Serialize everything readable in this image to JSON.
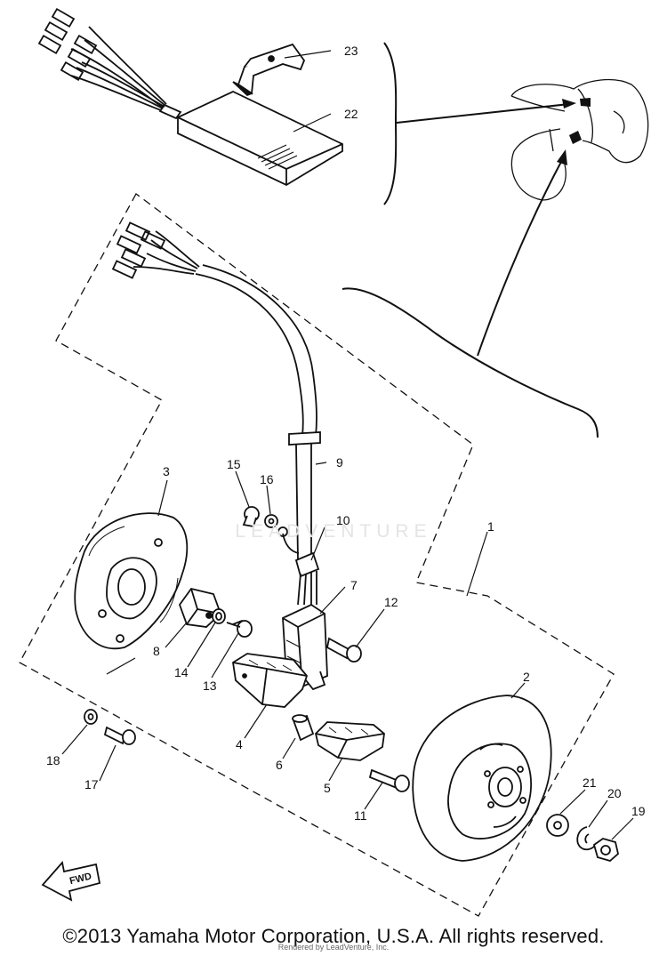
{
  "callouts": [
    {
      "id": "1",
      "label": "1"
    },
    {
      "id": "2",
      "label": "2"
    },
    {
      "id": "3",
      "label": "3"
    },
    {
      "id": "4",
      "label": "4"
    },
    {
      "id": "5",
      "label": "5"
    },
    {
      "id": "6",
      "label": "6"
    },
    {
      "id": "7",
      "label": "7"
    },
    {
      "id": "8",
      "label": "8"
    },
    {
      "id": "9",
      "label": "9"
    },
    {
      "id": "10",
      "label": "10"
    },
    {
      "id": "11",
      "label": "11"
    },
    {
      "id": "12",
      "label": "12"
    },
    {
      "id": "13",
      "label": "13"
    },
    {
      "id": "14",
      "label": "14"
    },
    {
      "id": "15",
      "label": "15"
    },
    {
      "id": "16",
      "label": "16"
    },
    {
      "id": "17",
      "label": "17"
    },
    {
      "id": "18",
      "label": "18"
    },
    {
      "id": "19",
      "label": "19"
    },
    {
      "id": "20",
      "label": "20"
    },
    {
      "id": "21",
      "label": "21"
    },
    {
      "id": "22",
      "label": "22"
    },
    {
      "id": "23",
      "label": "23"
    }
  ],
  "fwd_label": "FWD",
  "watermark": "LEADVENTURE",
  "copyright": "©2013 Yamaha Motor Corporation, U.S.A. All rights reserved.",
  "rendered_by": "Rendered by LeadVenture, Inc."
}
